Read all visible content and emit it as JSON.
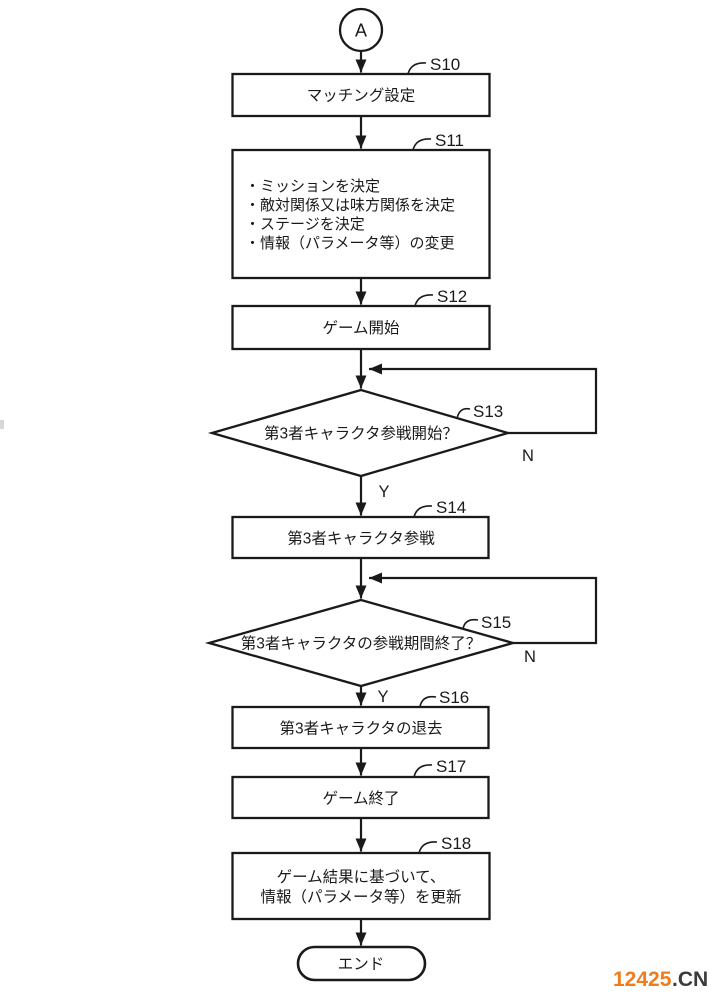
{
  "colors": {
    "ink": "#1a1a1a",
    "background": "#ffffff",
    "watermark_number": "#f07c1c",
    "watermark_tld": "#3b3b3b"
  },
  "flowchart": {
    "start_connector": "A",
    "s10": {
      "id": "S10",
      "label": "マッチング設定"
    },
    "s11": {
      "id": "S11",
      "lines": [
        "・ミッションを決定",
        "・敵対関係又は味方関係を決定",
        "・ステージを決定",
        "・情報（パラメータ等）の変更"
      ]
    },
    "s12": {
      "id": "S12",
      "label": "ゲーム開始"
    },
    "s13": {
      "id": "S13",
      "label": "第3者キャラクタ参戦開始？",
      "yes_label": "Y",
      "no_label": "N"
    },
    "s14": {
      "id": "S14",
      "label": "第3者キャラクタ参戦"
    },
    "s15": {
      "id": "S15",
      "label": "第3者キャラクタの参戦期間終了？",
      "yes_label": "Y",
      "no_label": "N"
    },
    "s16": {
      "id": "S16",
      "label": "第3者キャラクタの退去"
    },
    "s17": {
      "id": "S17",
      "label": "ゲーム終了"
    },
    "s18": {
      "id": "S18",
      "lines": [
        "ゲーム結果に基づいて、",
        "情報（パラメータ等）を更新"
      ]
    },
    "end_terminal": "エンド"
  },
  "watermark": {
    "number": "12425",
    "tld": ".CN",
    "number_color": "#f07c1c",
    "tld_color": "#3b3b3b"
  }
}
